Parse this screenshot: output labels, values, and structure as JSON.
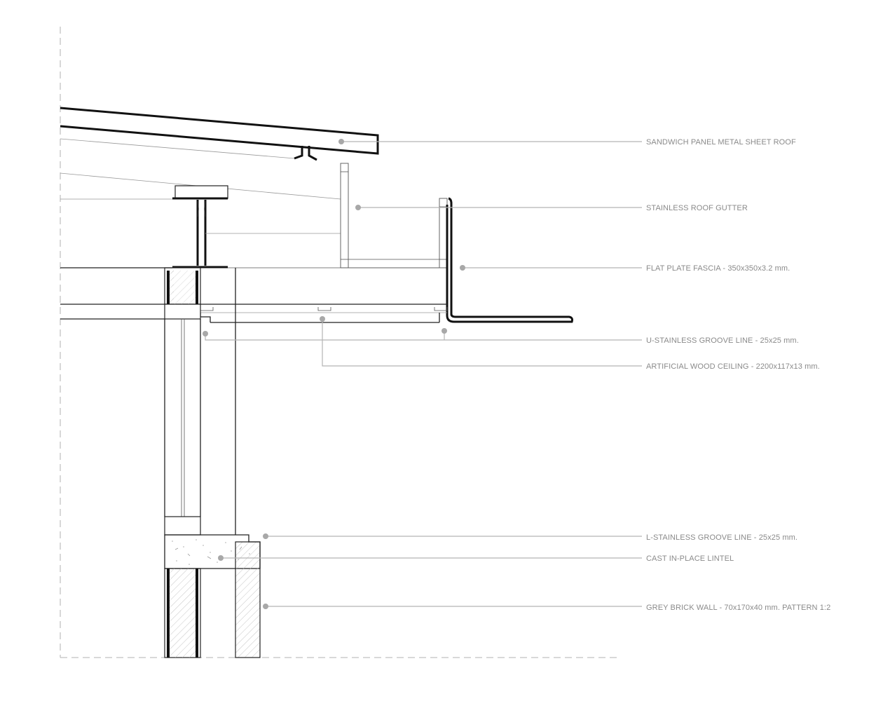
{
  "annotations": [
    {
      "id": "roof",
      "text": "SANDWICH PANEL METAL SHEET ROOF"
    },
    {
      "id": "gutter",
      "text": "STAINLESS ROOF GUTTER"
    },
    {
      "id": "fascia",
      "text": "FLAT PLATE FASCIA - 350x350x3.2 mm."
    },
    {
      "id": "u-groove",
      "text": "U-STAINLESS GROOVE LINE - 25x25 mm."
    },
    {
      "id": "ceiling",
      "text": "ARTIFICIAL WOOD CEILING - 2200x117x13 mm."
    },
    {
      "id": "l-groove",
      "text": "L-STAINLESS GROOVE LINE - 25x25 mm."
    },
    {
      "id": "lintel",
      "text": "CAST IN-PLACE LINTEL"
    },
    {
      "id": "brick",
      "text": "GREY BRICK WALL - 70x170x40 mm. PATTERN 1:2"
    }
  ]
}
